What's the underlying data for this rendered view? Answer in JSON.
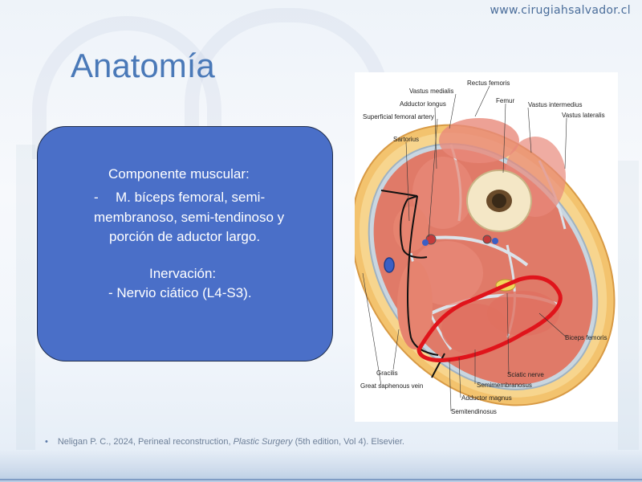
{
  "header": {
    "website": "www.cirugiahsalvador.cl",
    "title": "Anatomía"
  },
  "info_box": {
    "heading_muscle": "Componente muscular:",
    "bullet_dash": "-",
    "muscle_line1": "M. bíceps femoral, semi-",
    "muscle_line2": "membranoso, semi-tendinoso y",
    "muscle_line3": "porción de aductor largo.",
    "heading_nerve": "Inervación:",
    "nerve_line": "- Nervio ciático (L4-S3)."
  },
  "figure": {
    "labels": {
      "rectus_femoris": "Rectus femoris",
      "vastus_medialis": "Vastus medialis",
      "adductor_longus": "Adductor longus",
      "femur": "Femur",
      "vastus_intermedius": "Vastus intermedius",
      "superficial_femoral_artery": "Superficial femoral artery",
      "vastus_lateralis": "Vastus lateralis",
      "sartorius": "Sartorius",
      "biceps_femoris": "Biceps femoris",
      "gracilis": "Gracilis",
      "sciatic_nerve": "Sciatic nerve",
      "great_saphenous_vein": "Great saphenous vein",
      "semimembranosus": "Semimembranosus",
      "adductor_magnus": "Adductor magnus",
      "semitendinosus": "Semitendinosus"
    },
    "highlight_color": "#e0141b"
  },
  "reference": {
    "bullet": "•",
    "prefix": "Neligan P. C., 2024, Perineal reconstruction, ",
    "book": "Plastic Surgery",
    "suffix": " (5th edition, Vol 4). Elsevier."
  }
}
